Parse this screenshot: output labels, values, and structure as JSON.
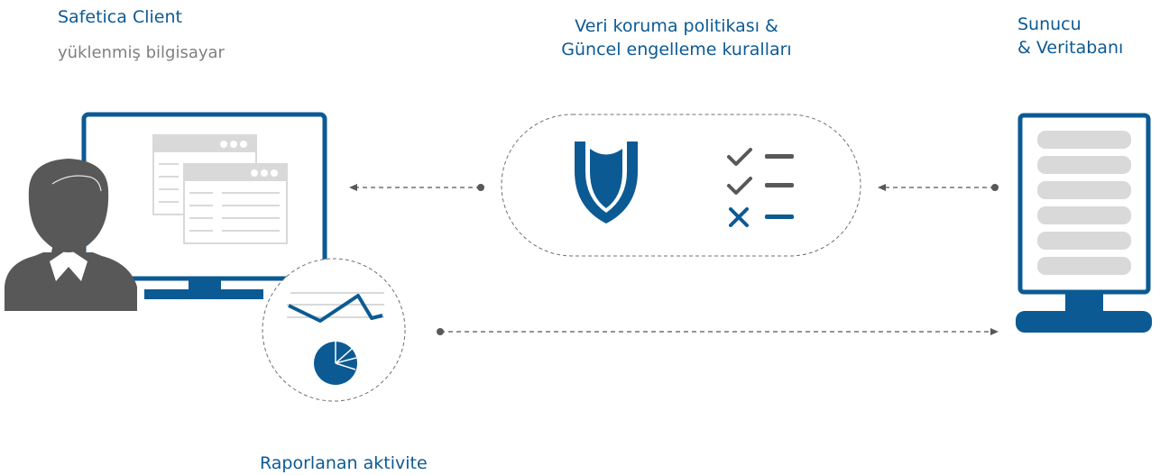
{
  "labels": {
    "client_title": "Safetica Client",
    "client_subtitle": "yüklenmiş bilgisayar",
    "policy_line1": "Veri koruma politikası &",
    "policy_line2": "Güncel engelleme kuralları",
    "server_line1": "Sunucu",
    "server_line2": "& Veritabanı",
    "report": "Raporlanan aktivite"
  },
  "colors": {
    "brand_blue": "#0c5a94",
    "dark_grey": "#585858",
    "light_grey": "#d9d9d9",
    "dash_grey": "#707070",
    "text_grey": "#808080"
  },
  "icons": [
    "user-icon",
    "monitor-icon",
    "window-icon",
    "shield-icon",
    "check-icon",
    "cross-icon",
    "server-icon",
    "line-chart-icon",
    "pie-chart-icon"
  ]
}
